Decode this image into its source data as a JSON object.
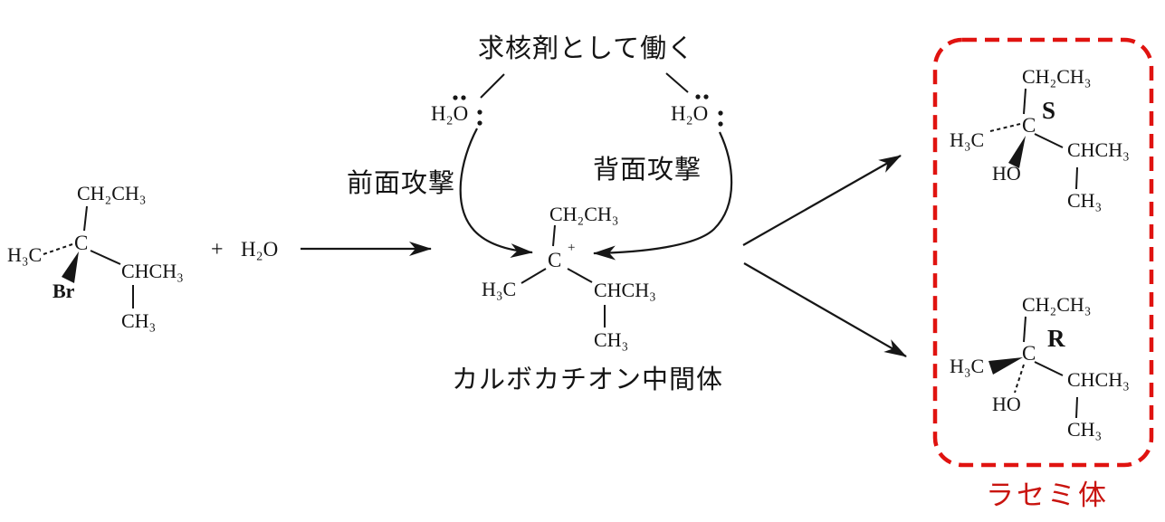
{
  "annotations": {
    "nucleophile_note": "求核剤として働く",
    "front_attack": "前面攻撃",
    "back_attack": "背面攻撃",
    "carbocation_label": "カルボカチオン中間体",
    "racemic_label": "ラセミ体"
  },
  "reaction": {
    "plus": "+",
    "water": "H₂O"
  },
  "molecules": {
    "reactant": {
      "top": "CH₂CH₃",
      "left": "H₃C",
      "center": "C",
      "leaving_group": "Br",
      "right": "CHCH₃",
      "bottom": "CH₃"
    },
    "carbocation": {
      "top": "CH₂CH₃",
      "left": "H₃C",
      "center": "C",
      "charge": "+",
      "right": "CHCH₃",
      "bottom": "CH₃"
    },
    "water_front": {
      "formula": "H₂O"
    },
    "water_back": {
      "formula": "H₂O"
    },
    "product_s": {
      "top": "CH₂CH₃",
      "left": "H₃C",
      "center": "C",
      "config": "S",
      "hydroxyl": "HO",
      "right": "CHCH₃",
      "bottom": "CH₃"
    },
    "product_r": {
      "top": "CH₂CH₃",
      "left": "H₃C",
      "center": "C",
      "config": "R",
      "hydroxyl": "HO",
      "right": "CHCH₃",
      "bottom": "CH₃"
    }
  },
  "icons": {
    "lone_pair": "··",
    "solid_wedge_bond": "filled-triangle",
    "dashed_bond": "hashed-line"
  },
  "colors": {
    "box_red": "#e01310",
    "label_red": "#c9140f",
    "ink": "#161616"
  }
}
